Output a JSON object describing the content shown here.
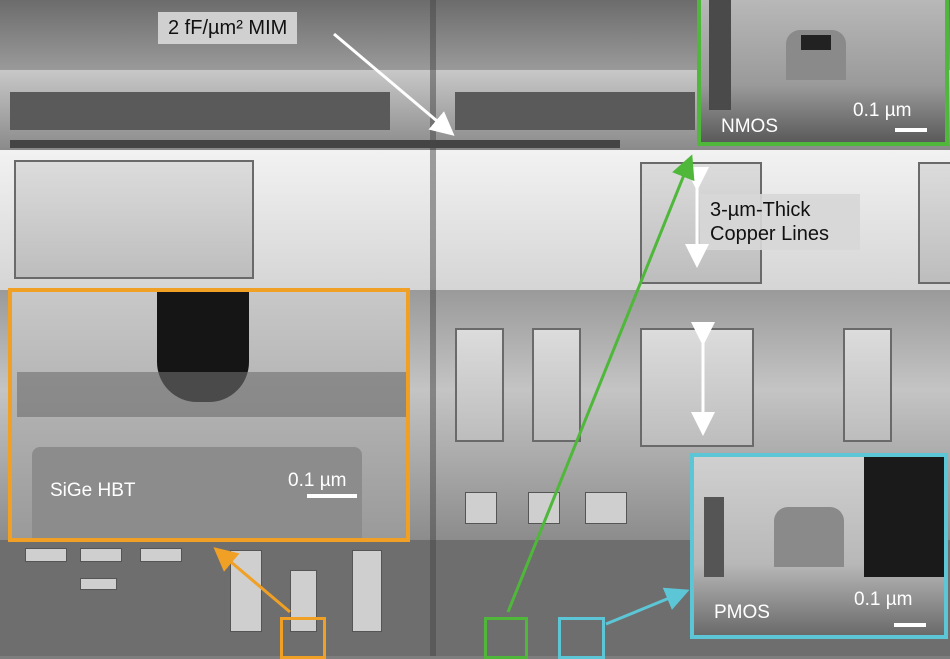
{
  "annotations": {
    "mim_label": "2 fF/µm² MIM",
    "copper_label_line1": "3-µm-Thick",
    "copper_label_line2": "Copper Lines"
  },
  "insets": {
    "nmos": {
      "label": "NMOS",
      "scale": "0.1 µm",
      "color": "#4fb83a"
    },
    "sige": {
      "label": "SiGe HBT",
      "scale": "0.1 µm",
      "color": "#f0a024"
    },
    "pmos": {
      "label": "PMOS",
      "scale": "0.1 µm",
      "color": "#5cc6d6"
    }
  }
}
